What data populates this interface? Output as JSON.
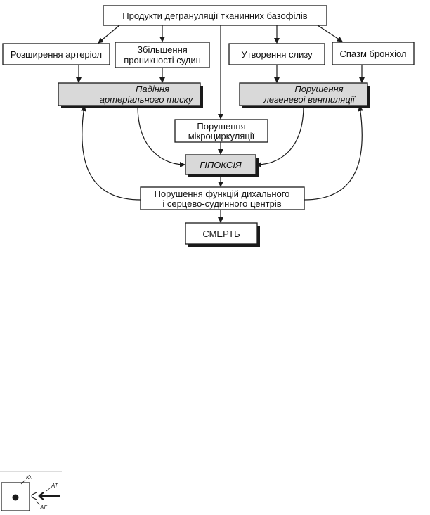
{
  "nodes": {
    "products": "Продукти дегрануляції тканинних базофілів",
    "arteriole": "Розширення артеріол",
    "permeability": [
      "Збільшення",
      "проникності судин"
    ],
    "mucus": "Утворення слизу",
    "bronchospasm": "Спазм бронхіол",
    "pressure_drop": [
      "Падіння",
      "артеріального тиску"
    ],
    "ventilation": [
      "Порушення",
      "легеневої вентиляції"
    ],
    "microcirculation": [
      "Порушення",
      "мікроциркуляції"
    ],
    "hypoxia": "ГІПОКСІЯ",
    "centers": [
      "Порушення функцій дихального",
      "і серцево-судинного центрів"
    ],
    "death": "СМЕРТЬ"
  },
  "fragment": {
    "kl": "Кл",
    "at": "АТ",
    "ag": "АГ"
  }
}
